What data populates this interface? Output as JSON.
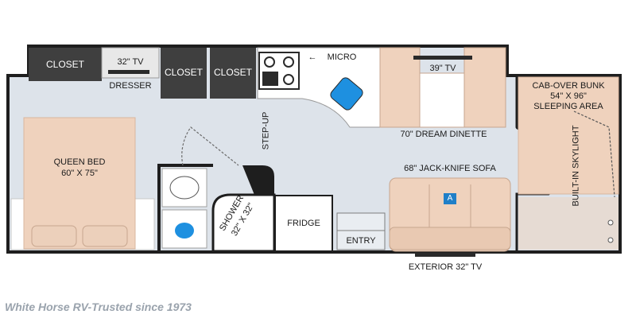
{
  "plan": {
    "labels": {
      "closet_1": "CLOSET",
      "tv_bedroom": "32\" TV",
      "dresser": "DRESSER",
      "closet_2": "CLOSET",
      "closet_3": "CLOSET",
      "micro": "MICRO",
      "tv_dinette": "39\" TV",
      "cab_over_bunk": "CAB-OVER BUNK",
      "bunk_size": "54\" X 96\"",
      "sleeping_area": "SLEEPING AREA",
      "queen_bed": "QUEEN BED",
      "bed_size": "60\" X 75\"",
      "step_up": "STEP-UP",
      "dream_dinette": "70\" DREAM DINETTE",
      "built_in_skylight": "BUILT-IN SKYLIGHT",
      "jack_knife_sofa": "68\" JACK-KNIFE SOFA",
      "sofa_badge": "A",
      "shower": "SHOWER",
      "shower_size": "32\" X 32\"",
      "fridge": "FRIDGE",
      "entry": "ENTRY",
      "exterior_tv": "EXTERIOR 32\" TV"
    },
    "colors": {
      "floor": "#dde3ea",
      "wall": "#1e1e1e",
      "closet": "#3f3f3f",
      "bed": "#efd2bd",
      "cushion": "#e9c9b2",
      "counter": "#ffffff",
      "sink": "#1e90e0",
      "badge": "#1f7fc8"
    }
  },
  "watermark": "White Horse RV-Trusted since 1973"
}
